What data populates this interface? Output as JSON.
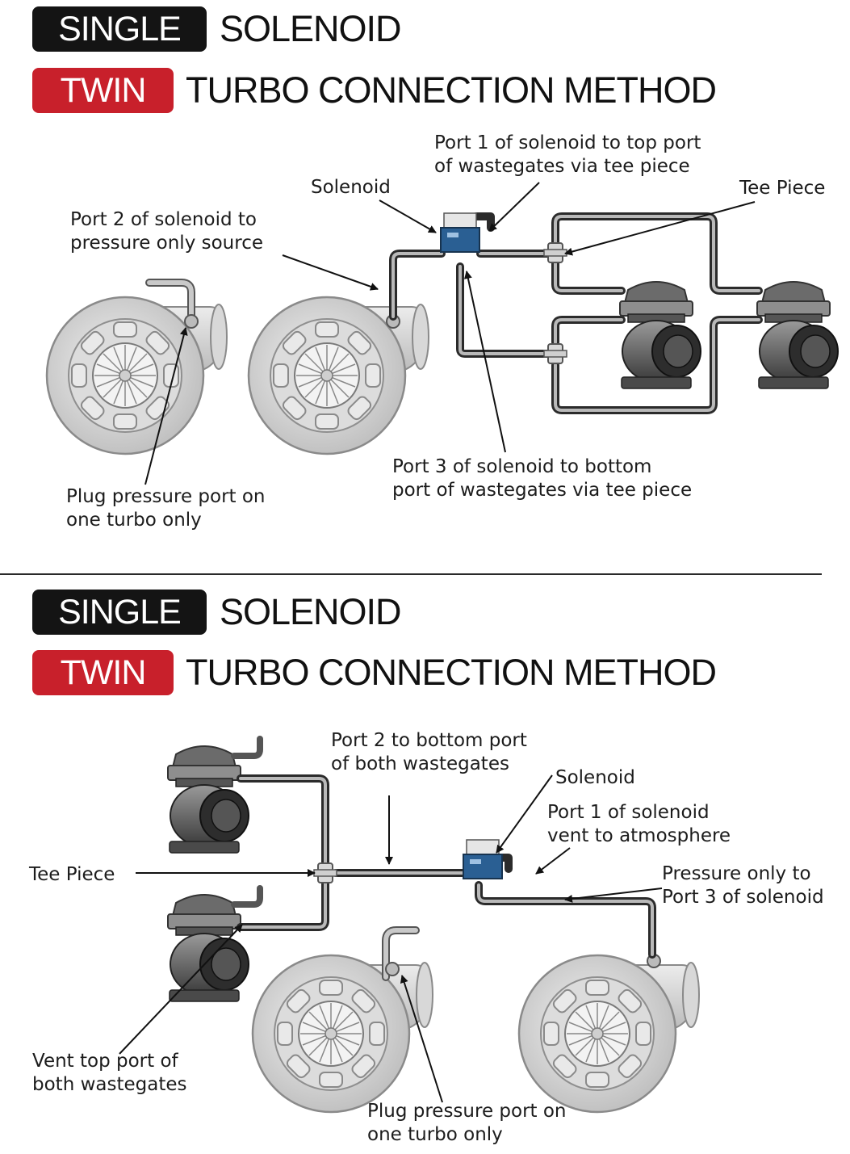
{
  "colors": {
    "single_badge": "#141414",
    "twin_badge": "#c8202b",
    "hose": "#2b2b2b",
    "turbo": "#c9c9c9"
  },
  "top": {
    "single_badge": "SINGLE",
    "heading_1": "SOLENOID",
    "twin_badge": "TWIN",
    "heading_2": "TURBO CONNECTION METHOD",
    "labels": {
      "port1": [
        "Port 1 of solenoid to top port",
        "of wastegates via tee piece"
      ],
      "solenoid": "Solenoid",
      "tee": "Tee Piece",
      "port2": [
        "Port 2 of solenoid to",
        "pressure only source"
      ],
      "port3": [
        "Port 3 of solenoid to bottom",
        "port of wastegates via tee piece"
      ],
      "plug": [
        "Plug pressure port on",
        "one turbo only"
      ]
    }
  },
  "bottom": {
    "single_badge": "SINGLE",
    "heading_1": "SOLENOID",
    "twin_badge": "TWIN",
    "heading_2": "TURBO CONNECTION METHOD",
    "labels": {
      "port2": [
        "Port 2 to bottom port",
        "of both wastegates"
      ],
      "solenoid": "Solenoid",
      "port1": [
        "Port 1 of solenoid",
        "vent to atmosphere"
      ],
      "tee": "Tee Piece",
      "pressure": [
        "Pressure only to",
        "Port 3 of solenoid"
      ],
      "vent": [
        "Vent top port of",
        "both wastegates"
      ],
      "plug": [
        "Plug pressure port on",
        "one turbo only"
      ]
    }
  }
}
